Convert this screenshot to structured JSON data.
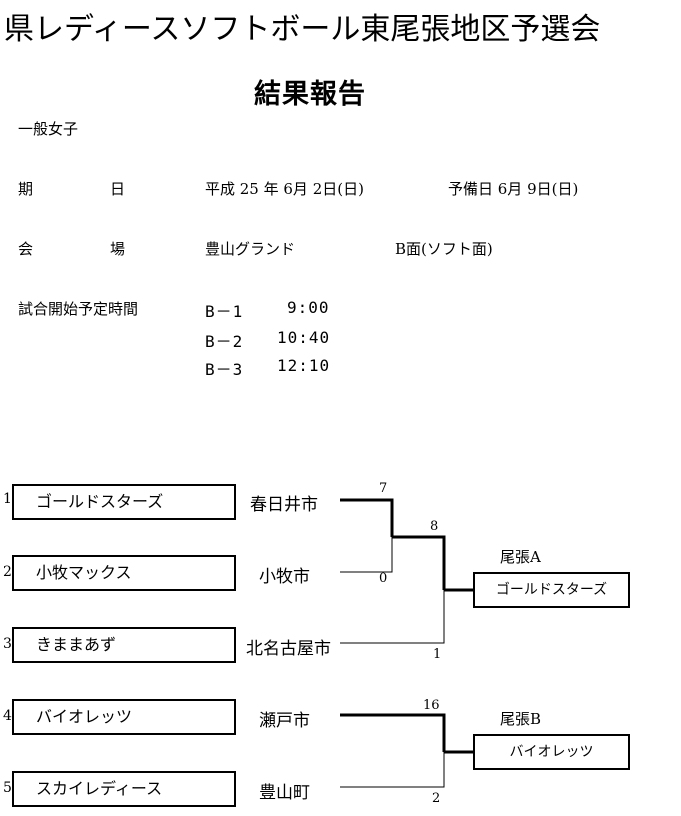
{
  "header": {
    "title": "県レディースソフトボール東尾張地区予選会",
    "subtitle": "結果報告",
    "division": "一般女子"
  },
  "info": {
    "date_label_1": "期",
    "date_label_2": "日",
    "date_value": "平成 25 年 6月 2日(日)",
    "reserve_value": "予備日 6月 9日(日)",
    "venue_label_1": "会",
    "venue_label_2": "場",
    "venue_value": "豊山グランド",
    "venue_field": "B面(ソフト面)",
    "start_label": "試合開始予定時間",
    "schedule": [
      {
        "court": "B－1",
        "time": "9:00"
      },
      {
        "court": "B－2",
        "time": "10:40"
      },
      {
        "court": "B－3",
        "time": "12:10"
      }
    ]
  },
  "bracket": {
    "teams": [
      {
        "seed": "1",
        "name": "ゴールドスターズ",
        "city": "春日井市"
      },
      {
        "seed": "2",
        "name": "小牧マックス",
        "city": "小牧市"
      },
      {
        "seed": "3",
        "name": "きままあず",
        "city": "北名古屋市"
      },
      {
        "seed": "4",
        "name": "バイオレッツ",
        "city": "瀬戸市"
      },
      {
        "seed": "5",
        "name": "スカイレディース",
        "city": "豊山町"
      }
    ],
    "scores": {
      "r1_top": "7",
      "r1_bottom": "0",
      "r2_top": "8",
      "r2_bottom": "1",
      "b_top": "16",
      "b_bottom": "2"
    },
    "winners": [
      {
        "label": "尾張A",
        "team": "ゴールドスターズ"
      },
      {
        "label": "尾張B",
        "team": "バイオレッツ"
      }
    ]
  }
}
